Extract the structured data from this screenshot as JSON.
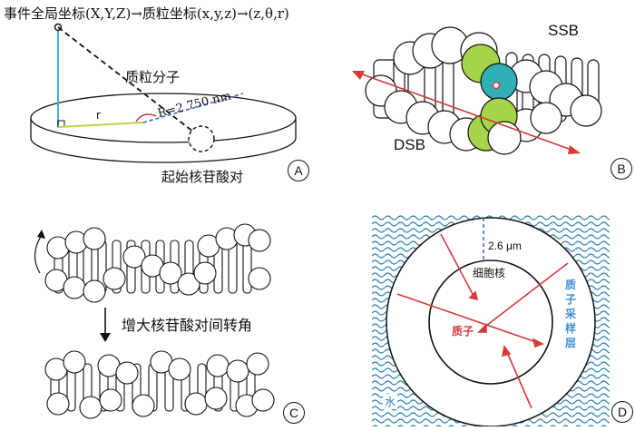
{
  "panelA": {
    "title": "事件全局坐标(X,Y,Z)→质粒坐标(x,y,z)→(z,θ,r)",
    "plasmid_label": "质粒分子",
    "r_label": "r",
    "R_label": "R=2 750 nm",
    "start_label": "起始核苷酸对",
    "marker": "A"
  },
  "panelB": {
    "ssb_label": "SSB",
    "dsb_label": "DSB",
    "marker": "B"
  },
  "panelC": {
    "caption": "增大核苷酸对间转角",
    "marker": "C"
  },
  "panelD": {
    "distance_label": "2.6 μm",
    "nucleus_label": "细胞核",
    "proton_label": "质子",
    "layer_label": [
      "质",
      "子",
      "采",
      "样",
      "层"
    ],
    "water_label": "水",
    "marker": "D"
  },
  "colors": {
    "cyan_line": "#3fb6c9",
    "yellow_line": "#b8d44a",
    "blue_dash": "#3366cc",
    "red": "#d43a3a",
    "green_sphere": "#a6d44a",
    "teal_sphere": "#2fb0b8",
    "water_blue": "#2f7fb0",
    "layer_text": "#3b8fd0"
  }
}
